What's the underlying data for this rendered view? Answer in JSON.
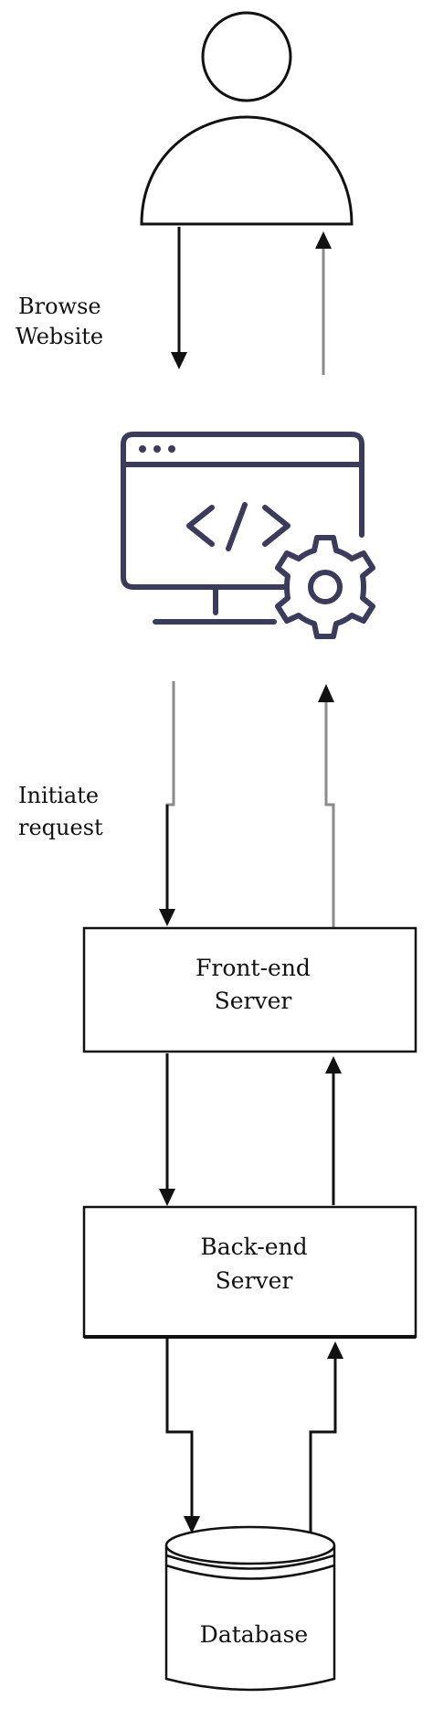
{
  "labels": {
    "browse_line1": "Browse",
    "browse_line2": "Website",
    "initiate_line1": "Initiate",
    "initiate_line2": "request"
  },
  "nodes": {
    "user": {
      "icon": "user-icon"
    },
    "webapp": {
      "icon": "web-app-settings-icon"
    },
    "frontend": {
      "line1": "Front-end",
      "line2": "Server"
    },
    "backend": {
      "line1": "Back-end",
      "line2": "Server"
    },
    "database": {
      "label": "Database",
      "icon": "database-cylinder-icon"
    }
  },
  "colors": {
    "stroke": "#111111",
    "response_line": "#8a8a8a",
    "icon": "#3b3b5c"
  }
}
